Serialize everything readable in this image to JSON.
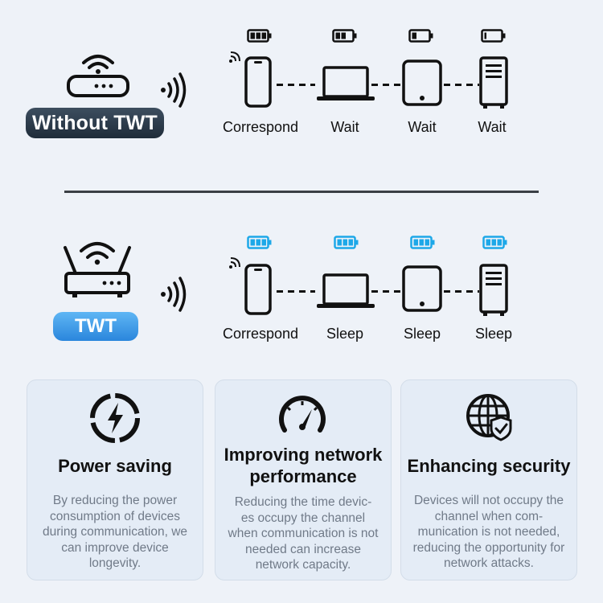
{
  "without_twt": {
    "badge": "Without TWT",
    "labels": [
      "Correspond",
      "Wait",
      "Wait",
      "Wait"
    ]
  },
  "with_twt": {
    "badge": "TWT",
    "labels": [
      "Correspond",
      "Sleep",
      "Sleep",
      "Sleep"
    ]
  },
  "cards": [
    {
      "title": "Power saving",
      "description": "By reducing the power consumption of devices during communication, we can improve device longevity.",
      "icon": "power-cycle-icon"
    },
    {
      "title_line1": "Improving network",
      "title_line2": "performance",
      "description": "Reducing the time devic- es occupy the channel when communication is not needed can increase network capacity.",
      "icon": "speedometer-icon"
    },
    {
      "title": "Enhancing security",
      "description": "Devices will not occupy the channel when com- munication is not needed, reducing the opportunity for network attacks.",
      "icon": "secure-globe-icon"
    }
  ],
  "colors": {
    "background": "#eef2f8",
    "badge_dark": "#2a3a4a",
    "badge_blue": "#3a97e6",
    "battery_full": "#1da8e8",
    "card_bg": "#e4ecf6",
    "desc_text": "#707a88"
  },
  "battery_levels": {
    "without_twt": [
      1.0,
      0.6,
      0.35,
      0.1
    ],
    "with_twt": [
      1.0,
      1.0,
      1.0,
      1.0
    ]
  }
}
